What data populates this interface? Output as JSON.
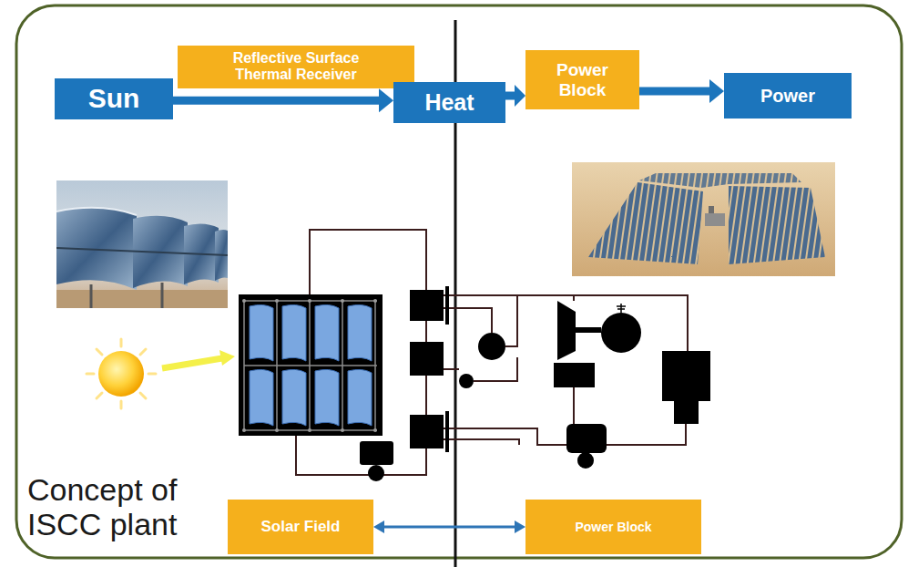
{
  "diagram": {
    "nodes": [
      {
        "text": [
          "Sun"
        ]
      },
      {
        "text": [
          "Reflective Surface Thermal Receiver"
        ]
      },
      {
        "text": [
          "Heat"
        ]
      },
      {
        "text": [
          "Power Block"
        ]
      },
      {
        "text": [
          "Power"
        ]
      },
      {
        "text": [
          "Solar Field"
        ]
      },
      {
        "text": [
          "Power Block"
        ]
      }
    ],
    "edges": [
      {
        "from": 0,
        "to": 2,
        "arrow": "to"
      },
      {
        "from": 2,
        "to": 3,
        "arrow": "to"
      },
      {
        "from": 3,
        "to": 4,
        "arrow": "to"
      },
      {
        "from": 5,
        "to": 6,
        "arrow": "both"
      }
    ],
    "labels": [
      "Concept of ISCC plant"
    ]
  }
}
